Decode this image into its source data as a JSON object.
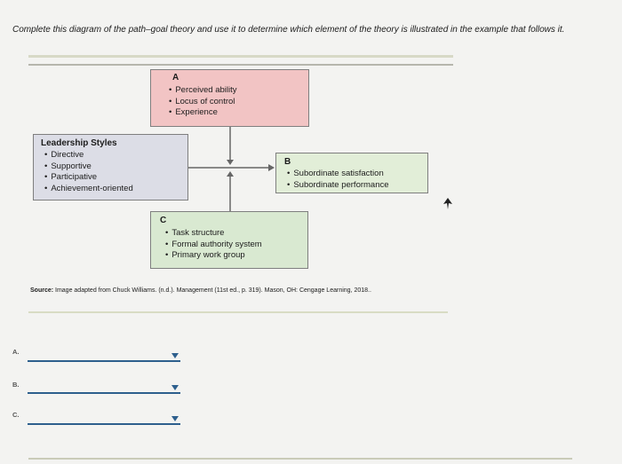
{
  "question": "Complete this diagram of the path–goal theory and use it to determine which element of the theory is illustrated in the example that follows it.",
  "diagram": {
    "box_a": {
      "letter": "A",
      "items": [
        "Perceived ability",
        "Locus of control",
        "Experience"
      ],
      "color": "#f2c4c4"
    },
    "leadership": {
      "heading": "Leadership Styles",
      "items": [
        "Directive",
        "Supportive",
        "Participative",
        "Achievement-oriented"
      ],
      "color": "#dcdde6"
    },
    "box_b": {
      "letter": "B",
      "items": [
        "Subordinate satisfaction",
        "Subordinate performance"
      ],
      "color": "#e2eed8"
    },
    "box_c": {
      "letter": "C",
      "items": [
        "Task structure",
        "Formal authority system",
        "Primary work group"
      ],
      "color": "#d9e9d1"
    }
  },
  "source": {
    "label": "Source:",
    "text": "Image adapted from Chuck Williams. (n.d.). Management (11st ed., p. 319). Mason, OH: Cengage Learning, 2018.."
  },
  "answers": [
    {
      "label": "A.",
      "selected": ""
    },
    {
      "label": "B.",
      "selected": ""
    },
    {
      "label": "C.",
      "selected": ""
    }
  ],
  "accent_color": "#2d5f8d"
}
